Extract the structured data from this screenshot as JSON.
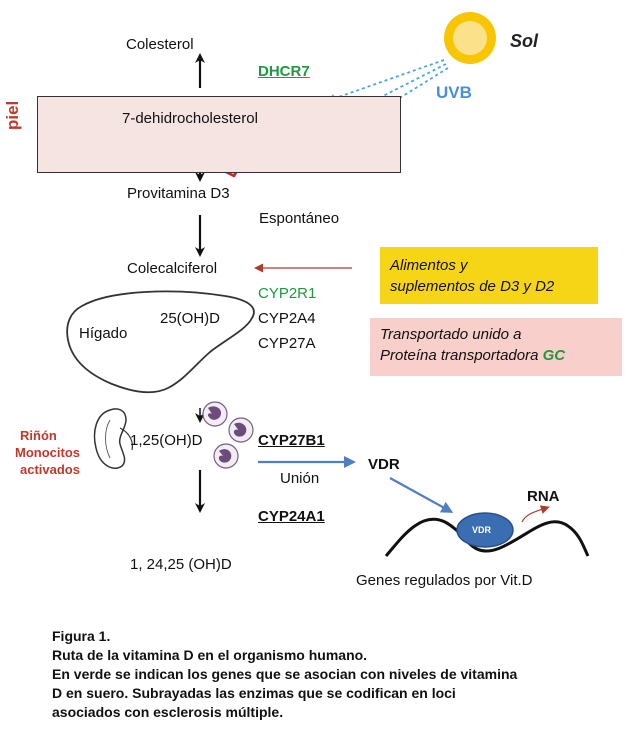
{
  "sun": {
    "label": "Sol",
    "uvb": "UVB",
    "color": "#f7c600"
  },
  "skin": {
    "label": "piel"
  },
  "pathway": {
    "colesterol": "Colesterol",
    "dhcr7": "DHCR7",
    "dehidro": "7-dehidrocholesterol",
    "provitamina": "Provitamina D3",
    "espontaneo": "Espontáneo",
    "colecalciferol": "Colecalciferol",
    "higado": "Hígado",
    "oh25": "25(OH)D",
    "cyp2r1": "CYP2R1",
    "cyp2a4": "CYP2A4",
    "cyp27a": "CYP27A",
    "rinon": "Riñón",
    "monocitos": "Monocitos",
    "activados": "activados",
    "oh125": "1,25(OH)D",
    "cyp27b1": "CYP27B1",
    "union": "Unión",
    "vdr": "VDR",
    "cyp24a1": "CYP24A1",
    "oh12425": "1, 24,25 (OH)D",
    "rna": "RNA",
    "vdr_small": "VDR",
    "genes": "Genes regulados por Vit.D"
  },
  "boxes": {
    "alimentos_line1": "Alimentos y",
    "alimentos_line2": "suplementos de D3 y D2",
    "transport_line1": "Transportado unido a",
    "transport_line2": "Proteína transportadora ",
    "transport_gc": "GC"
  },
  "caption": {
    "line1": "Figura 1.",
    "line2": "Ruta de la vitamina D en el organismo humano.",
    "line3": "En verde se indican los genes que se asocian con niveles de vitamina",
    "line4": "D en suero. Subrayadas  las enzimas que se codifican en loci",
    "line5": "asociados con esclerosis múltiple."
  },
  "colors": {
    "green": "#1e9a3c",
    "uvb_blue": "#4a90d9",
    "vdr_blue": "#3b6db3",
    "skin_fill": "#f6e4e3",
    "food_box": "#f6d416",
    "transport_box": "#f8cfca",
    "piel_red": "#c0392b"
  }
}
